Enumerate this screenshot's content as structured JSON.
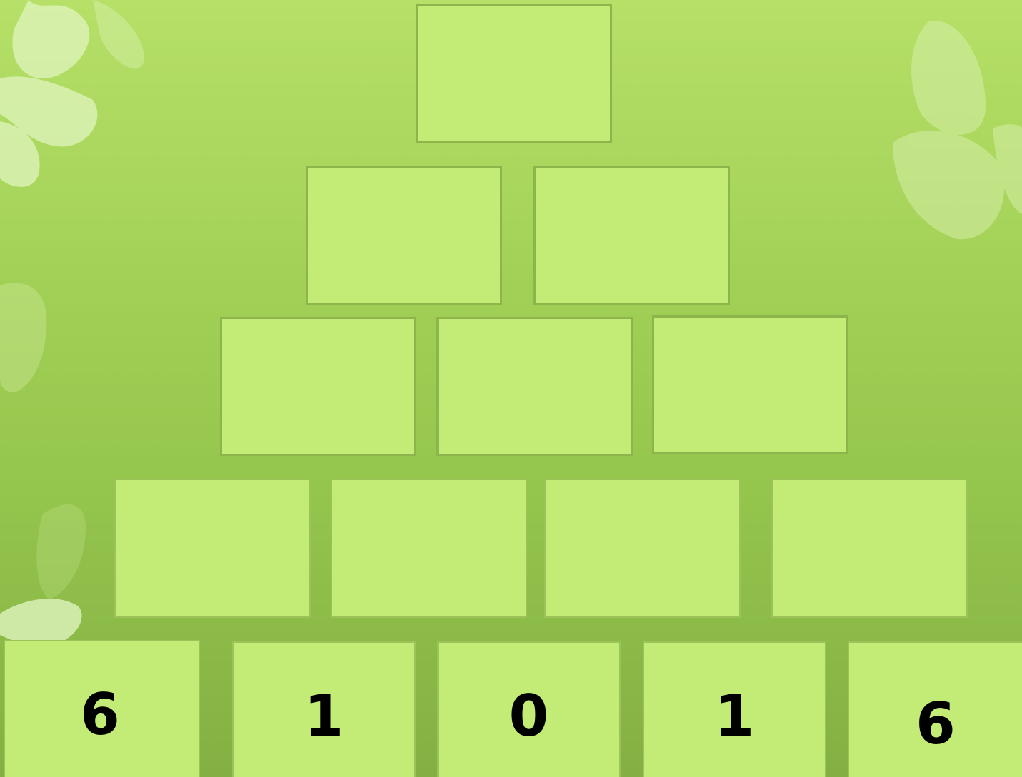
{
  "pyramid": {
    "row1": [
      ""
    ],
    "row2": [
      "",
      ""
    ],
    "row3": [
      "",
      "",
      ""
    ],
    "row4": [
      "",
      "",
      "",
      ""
    ],
    "base": [
      "6",
      "1",
      "0",
      "1",
      "6"
    ]
  },
  "colors": {
    "background_top": "#b6e068",
    "background_bottom": "#84b043",
    "cell_fill": "#c3ec77",
    "cell_border": "#8cb54c",
    "number_color": "#000000"
  },
  "decorations": [
    "butterfly-icon",
    "butterfly-icon",
    "butterfly-icon",
    "butterfly-icon"
  ]
}
